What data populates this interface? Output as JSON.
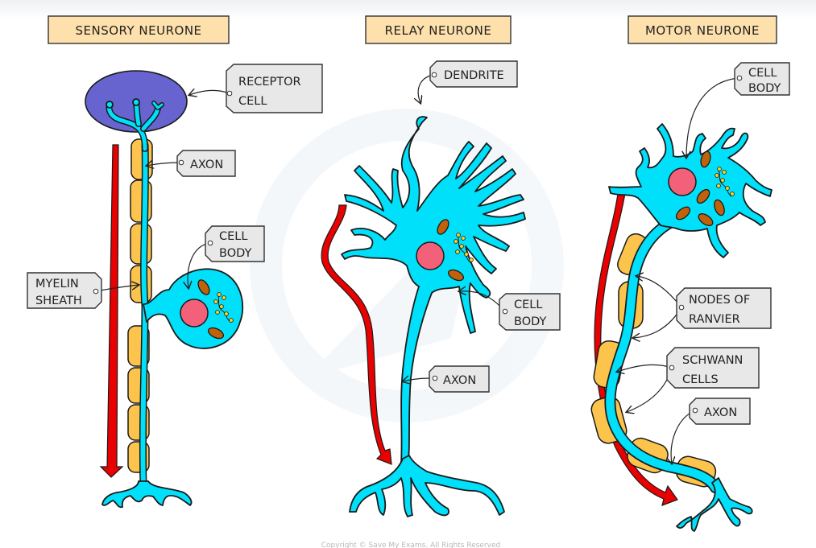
{
  "diagram": {
    "titles": {
      "sensory": "SENSORY  NEURONE",
      "relay": "RELAY  NEURONE",
      "motor": "MOTOR  NEURONE"
    },
    "sensory_labels": {
      "receptor_line1": "RECEPTOR",
      "receptor_line2": "CELL",
      "axon": "AXON",
      "myelin_line1": "MYELIN",
      "myelin_line2": "SHEATH",
      "cellbody_line1": "CELL",
      "cellbody_line2": "BODY"
    },
    "relay_labels": {
      "dendrite": "DENDRITE",
      "cellbody_line1": "CELL",
      "cellbody_line2": "BODY",
      "axon": "AXON"
    },
    "motor_labels": {
      "cellbody_line1": "CELL",
      "cellbody_line2": "BODY",
      "nodes_line1": "NODES  OF",
      "nodes_line2": "RANVIER",
      "schwann_line1": "SCHWANN",
      "schwann_line2": "CELLS",
      "axon": "AXON"
    },
    "copyright": "Copyright © Save My Exams. All Rights Reserved",
    "colors": {
      "neuron": "#00e0fa",
      "myelin": "#fcc34d",
      "nucleus": "#f2607a",
      "receptor": "#6764cf",
      "impulse_arrow": "#e90000",
      "title_fill": "#fde0ab",
      "tag_fill": "#e8e8e8"
    }
  }
}
